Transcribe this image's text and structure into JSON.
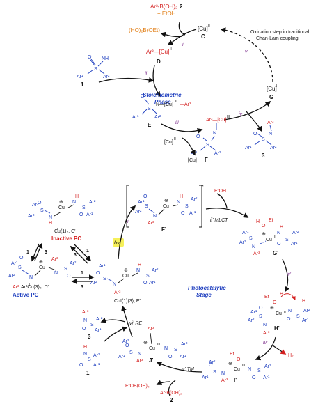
{
  "colors": {
    "black": "#111111",
    "blue": "#1f3fbf",
    "red": "#d42020",
    "orange": "#e07b10",
    "purple": "#7a2a8a",
    "highlight": "#f6f05a"
  },
  "top": {
    "reagent_boronic": "Ar³-B(OH)₂",
    "reagent_num": "2",
    "reagent_etoh": "+ EtOH",
    "cu2_start": "[Cu]",
    "cu2_start_ox": "II",
    "label_C": "C",
    "byproduct": "(HO)₂B(OEt)",
    "step_i": "i",
    "ox_note_line1": "Oxidation step in traditional",
    "ox_note_line2": "Chan-Lam coupling",
    "step_v": "v",
    "D_formula": "Ar³—[Cu]",
    "D_ox": "II",
    "label_D": "D",
    "step_ii": "ii",
    "sulf_num": "1",
    "phase_line1": "Stoichiometric",
    "phase_line2": "Phase",
    "cuI_G": "[Cu]",
    "cuI_G_ox": "I",
    "label_G": "G",
    "E_cu": "N—[Cu]",
    "E_cu_ox": "II",
    "E_ar": "—Ar³",
    "label_E": "E",
    "step_iii": "iii",
    "step_iv": "iv",
    "F_formula": "Ar³—[Cu]",
    "F_ox": "III",
    "label_F": "F",
    "prod_num_top": "3",
    "cu2_in": "[Cu]",
    "cu2_in_ox": "II",
    "cu1_out": "[Cu]",
    "cu1_out_ox": "I"
  },
  "bottom": {
    "C_prime_formula": "Cu(1)₂, C'",
    "C_prime_ox": "I",
    "inactive": "Inactive PC",
    "D_prime_formula": "Ar³Cu(3)₂, D'",
    "D_prime_ox": "I",
    "active": "Active PC",
    "eq_1": "1",
    "eq_3": "3",
    "hv": "hv'",
    "step_i_prime": "i'",
    "F_prime": "F'",
    "mlct": "ii' MLCT",
    "etoh": "EtOH",
    "G_prime": "G'",
    "E_prime_formula": "CuI(1)(3), E'",
    "E_prime_ox": "I",
    "phase_line1": "Photocatalytic",
    "phase_line2": "Stage",
    "step_iii_prime": "iii'",
    "H_prime": "H'",
    "step_iv_prime": "iv'",
    "h2": "H₂",
    "step_vi_prime": "vi'  RE",
    "J_prime": "J'",
    "I_prime": "I'",
    "step_v_prime": "v'  TM",
    "boronic_out": "EtOB(OH)₂",
    "boronic_in": "Ar³B(OH)₂",
    "boronic_num": "2",
    "left_num_3": "3",
    "left_num_1": "1"
  },
  "atoms": {
    "Ar1": "Ar¹",
    "Ar2": "Ar²",
    "Ar3": "Ar³",
    "S": "S",
    "O": "O",
    "N": "N",
    "NH": "NH",
    "H": "H",
    "Cu": "Cu",
    "Et": "Et",
    "Ox_II": "II",
    "Ox_III": "III",
    "plus": "⊕"
  }
}
